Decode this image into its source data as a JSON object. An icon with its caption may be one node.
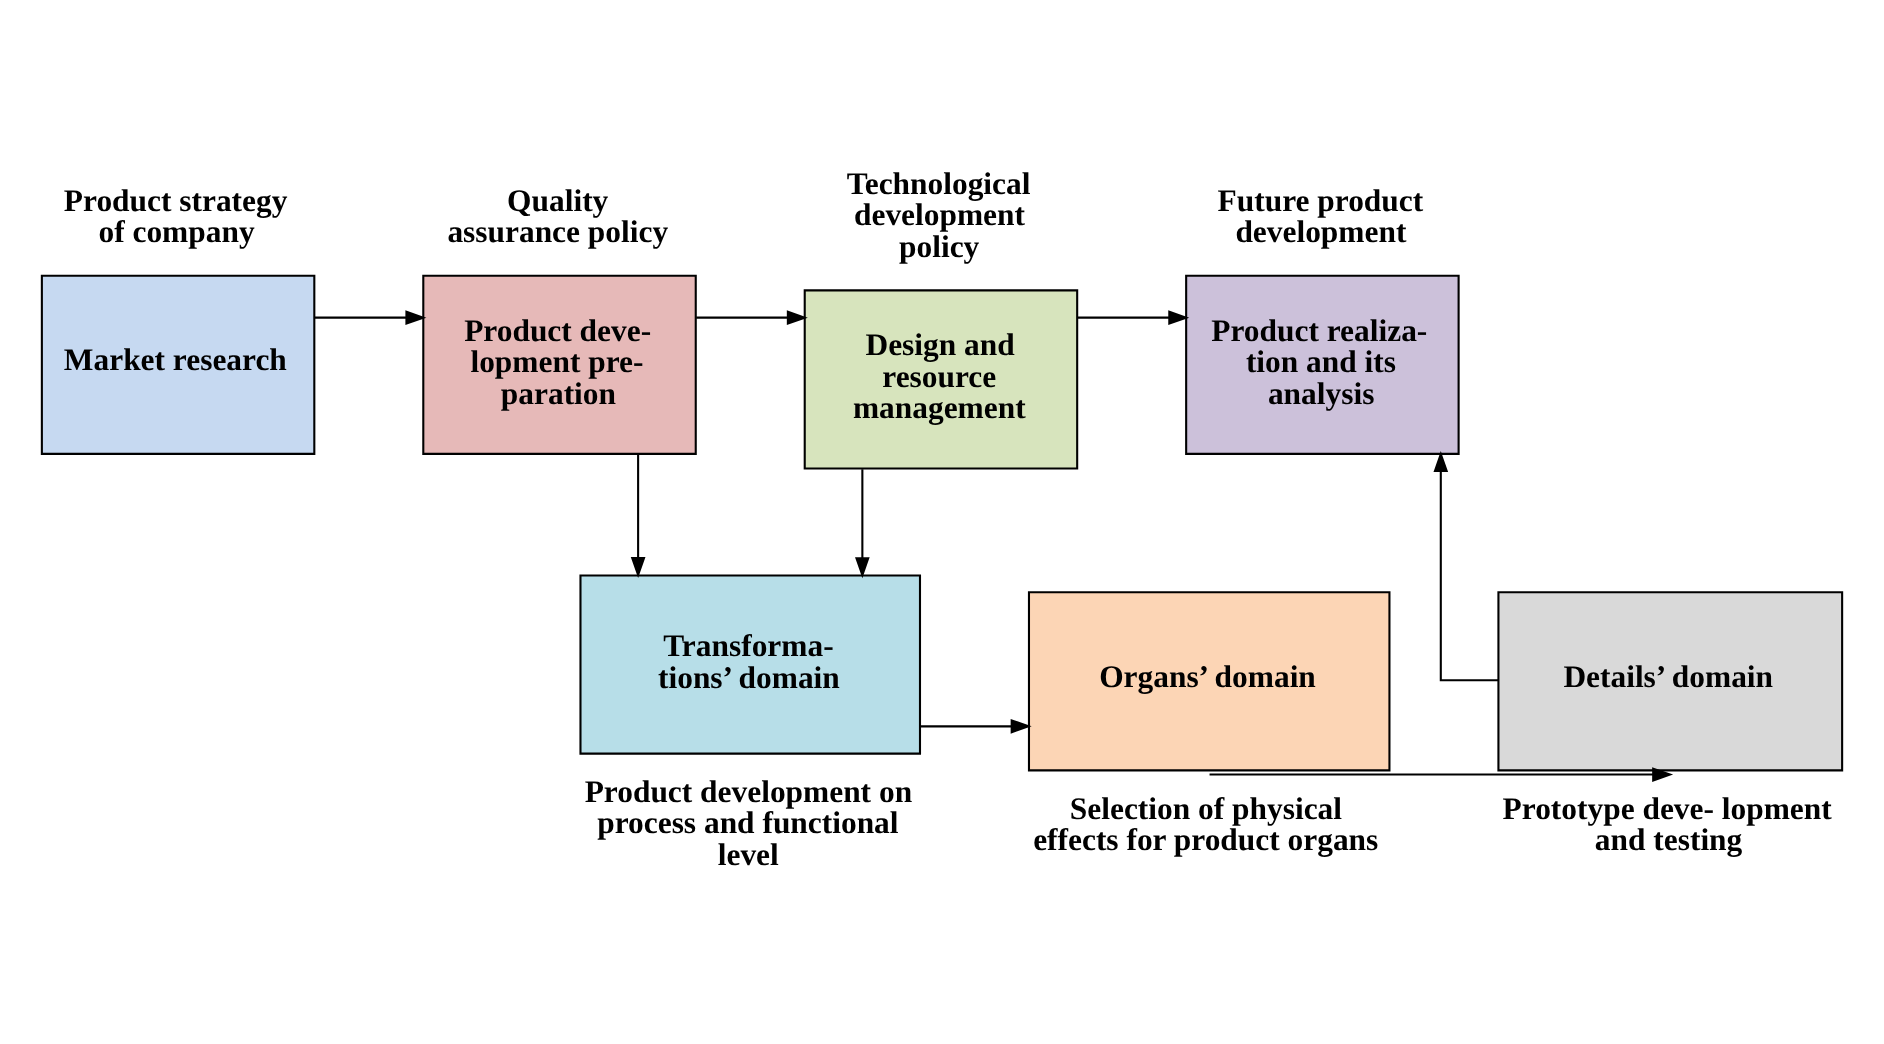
{
  "diagram": {
    "nodes": [
      {
        "text": [
          "Market research"
        ],
        "beside": [
          "Product strategy of company"
        ]
      },
      {
        "text": [
          "Product deve- lopment pre- paration"
        ],
        "beside": [
          "Quality assurance policy"
        ]
      },
      {
        "text": [
          "Design and resource management"
        ],
        "beside": [
          "Technological development policy"
        ]
      },
      {
        "text": [
          "Product realiza- tion and its analysis"
        ],
        "beside": [
          "Future product development"
        ]
      },
      {
        "text": [
          "Transforma- tions’ domain"
        ],
        "beside": [
          "Product development on process and functional level"
        ]
      },
      {
        "text": [
          "Organs’ domain"
        ],
        "beside": [
          "Selection of physical effects for product organs"
        ]
      },
      {
        "text": [
          "Details’ domain"
        ],
        "beside": [
          "Prototype deve- lopment and testing"
        ]
      }
    ],
    "edges": [
      {
        "from": 0,
        "to": 1,
        "arrow": "to"
      },
      {
        "from": 1,
        "to": 2,
        "arrow": "to"
      },
      {
        "from": 2,
        "to": 3,
        "arrow": "to"
      },
      {
        "from": 1,
        "to": 4,
        "arrow": "to"
      },
      {
        "from": 2,
        "to": 4,
        "arrow": "to"
      },
      {
        "from": 4,
        "to": 5,
        "arrow": "to"
      },
      {
        "from": 5,
        "to": 6,
        "arrow": "to"
      },
      {
        "from": 6,
        "to": 3,
        "arrow": "to"
      }
    ]
  }
}
